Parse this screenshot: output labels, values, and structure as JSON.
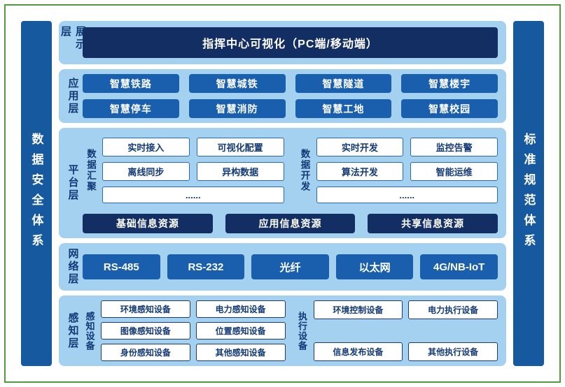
{
  "pillars": {
    "left": "数据安全体系",
    "right": "标准规范体系"
  },
  "display_layer": {
    "label": "展示层",
    "button": "指挥中心可视化（PC端/移动端）"
  },
  "application_layer": {
    "label": "应用层",
    "buttons": [
      "智慧铁路",
      "智慧城铁",
      "智慧隧道",
      "智慧楼宇",
      "智慧停车",
      "智慧消防",
      "智慧工地",
      "智慧校园"
    ]
  },
  "platform_layer": {
    "label": "平台层",
    "groups": [
      {
        "name": "数据汇聚",
        "items": [
          "实时接入",
          "可视化配置",
          "离线同步",
          "异构数据"
        ],
        "more": "......"
      },
      {
        "name": "数据开发",
        "items": [
          "实时开发",
          "监控告警",
          "算法开发",
          "智能运维"
        ],
        "more": "......"
      }
    ],
    "resources": [
      "基础信息资源",
      "应用信息资源",
      "共享信息资源"
    ]
  },
  "network_layer": {
    "label": "网络层",
    "buttons": [
      "RS-485",
      "RS-232",
      "光纤",
      "以太网",
      "4G/NB-IoT"
    ]
  },
  "perception_layer": {
    "label": "感知层",
    "groups": [
      {
        "name": "感知设备",
        "items": [
          "环境感知设备",
          "电力感知设备",
          "图像感知设备",
          "位置感知设备",
          "身份感知设备",
          "其他感知设备"
        ]
      },
      {
        "name": "执行设备",
        "items": [
          "环境控制设备",
          "电力执行设备",
          "信息发布设备",
          "其他执行设备"
        ]
      }
    ]
  },
  "colors": {
    "frame_green": "#4f9c3a",
    "pillar_blue": "#17599e",
    "band_light_blue": "#a5d1f0",
    "dark_navy": "#132e63",
    "button_blue": "#1a5fae",
    "box_border": "#2a69b3",
    "label_text": "#0f3a78"
  }
}
